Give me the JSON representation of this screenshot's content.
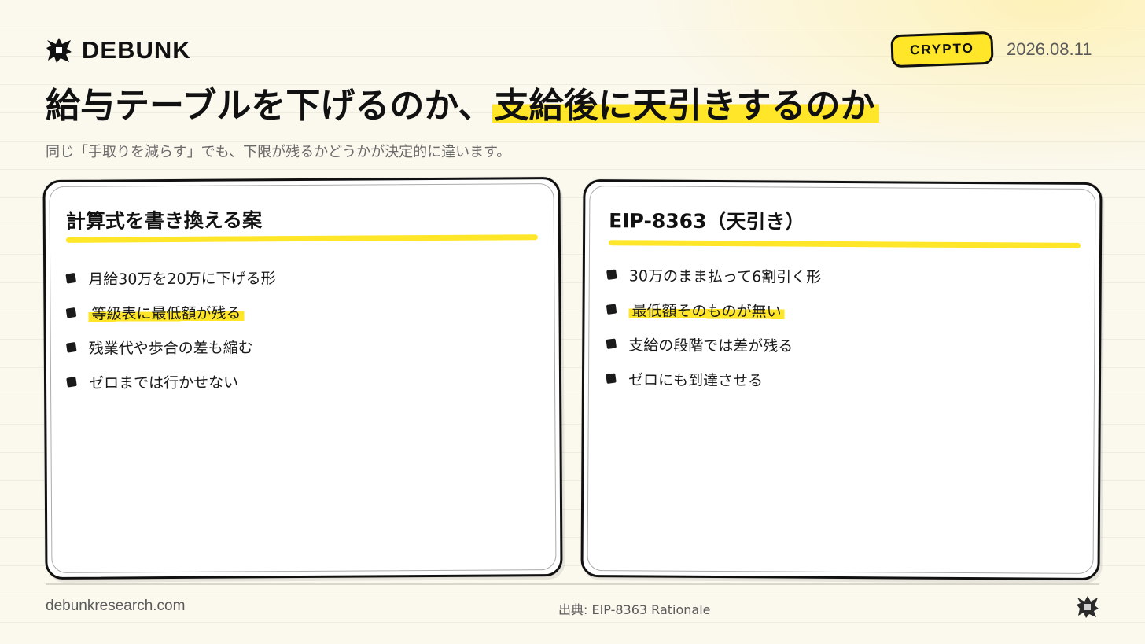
{
  "header": {
    "brand": "DEBUNK",
    "logo_icon": "star-burst-icon",
    "tag": "CRYPTO",
    "date": "2026.08.11"
  },
  "title": {
    "part1": "給与テーブルを下げるのか、",
    "part2_highlighted": "支給後に天引きするのか"
  },
  "subtitle": "同じ「手取りを減らす」でも、下限が残るかどうかが決定的に違います。",
  "cards": [
    {
      "title": "計算式を書き換える案",
      "items": [
        {
          "text": "月給30万を20万に下げる形",
          "highlight": false
        },
        {
          "text": "等級表に最低額が残る",
          "highlight": true
        },
        {
          "text": "残業代や歩合の差も縮む",
          "highlight": false
        },
        {
          "text": "ゼロまでは行かせない",
          "highlight": false
        }
      ]
    },
    {
      "title": "EIP-8363（天引き）",
      "items": [
        {
          "text": "30万のまま払って6割引く形",
          "highlight": false
        },
        {
          "text": "最低額そのものが無い",
          "highlight": true
        },
        {
          "text": "支給の段階では差が残る",
          "highlight": false
        },
        {
          "text": "ゼロにも到達させる",
          "highlight": false
        }
      ]
    }
  ],
  "footer": {
    "site": "debunkresearch.com",
    "source": "出典: EIP-8363 Rationale",
    "logo_icon": "star-burst-icon"
  },
  "colors": {
    "accent": "#ffe629",
    "background": "#fbf8ee",
    "ink": "#111111"
  }
}
